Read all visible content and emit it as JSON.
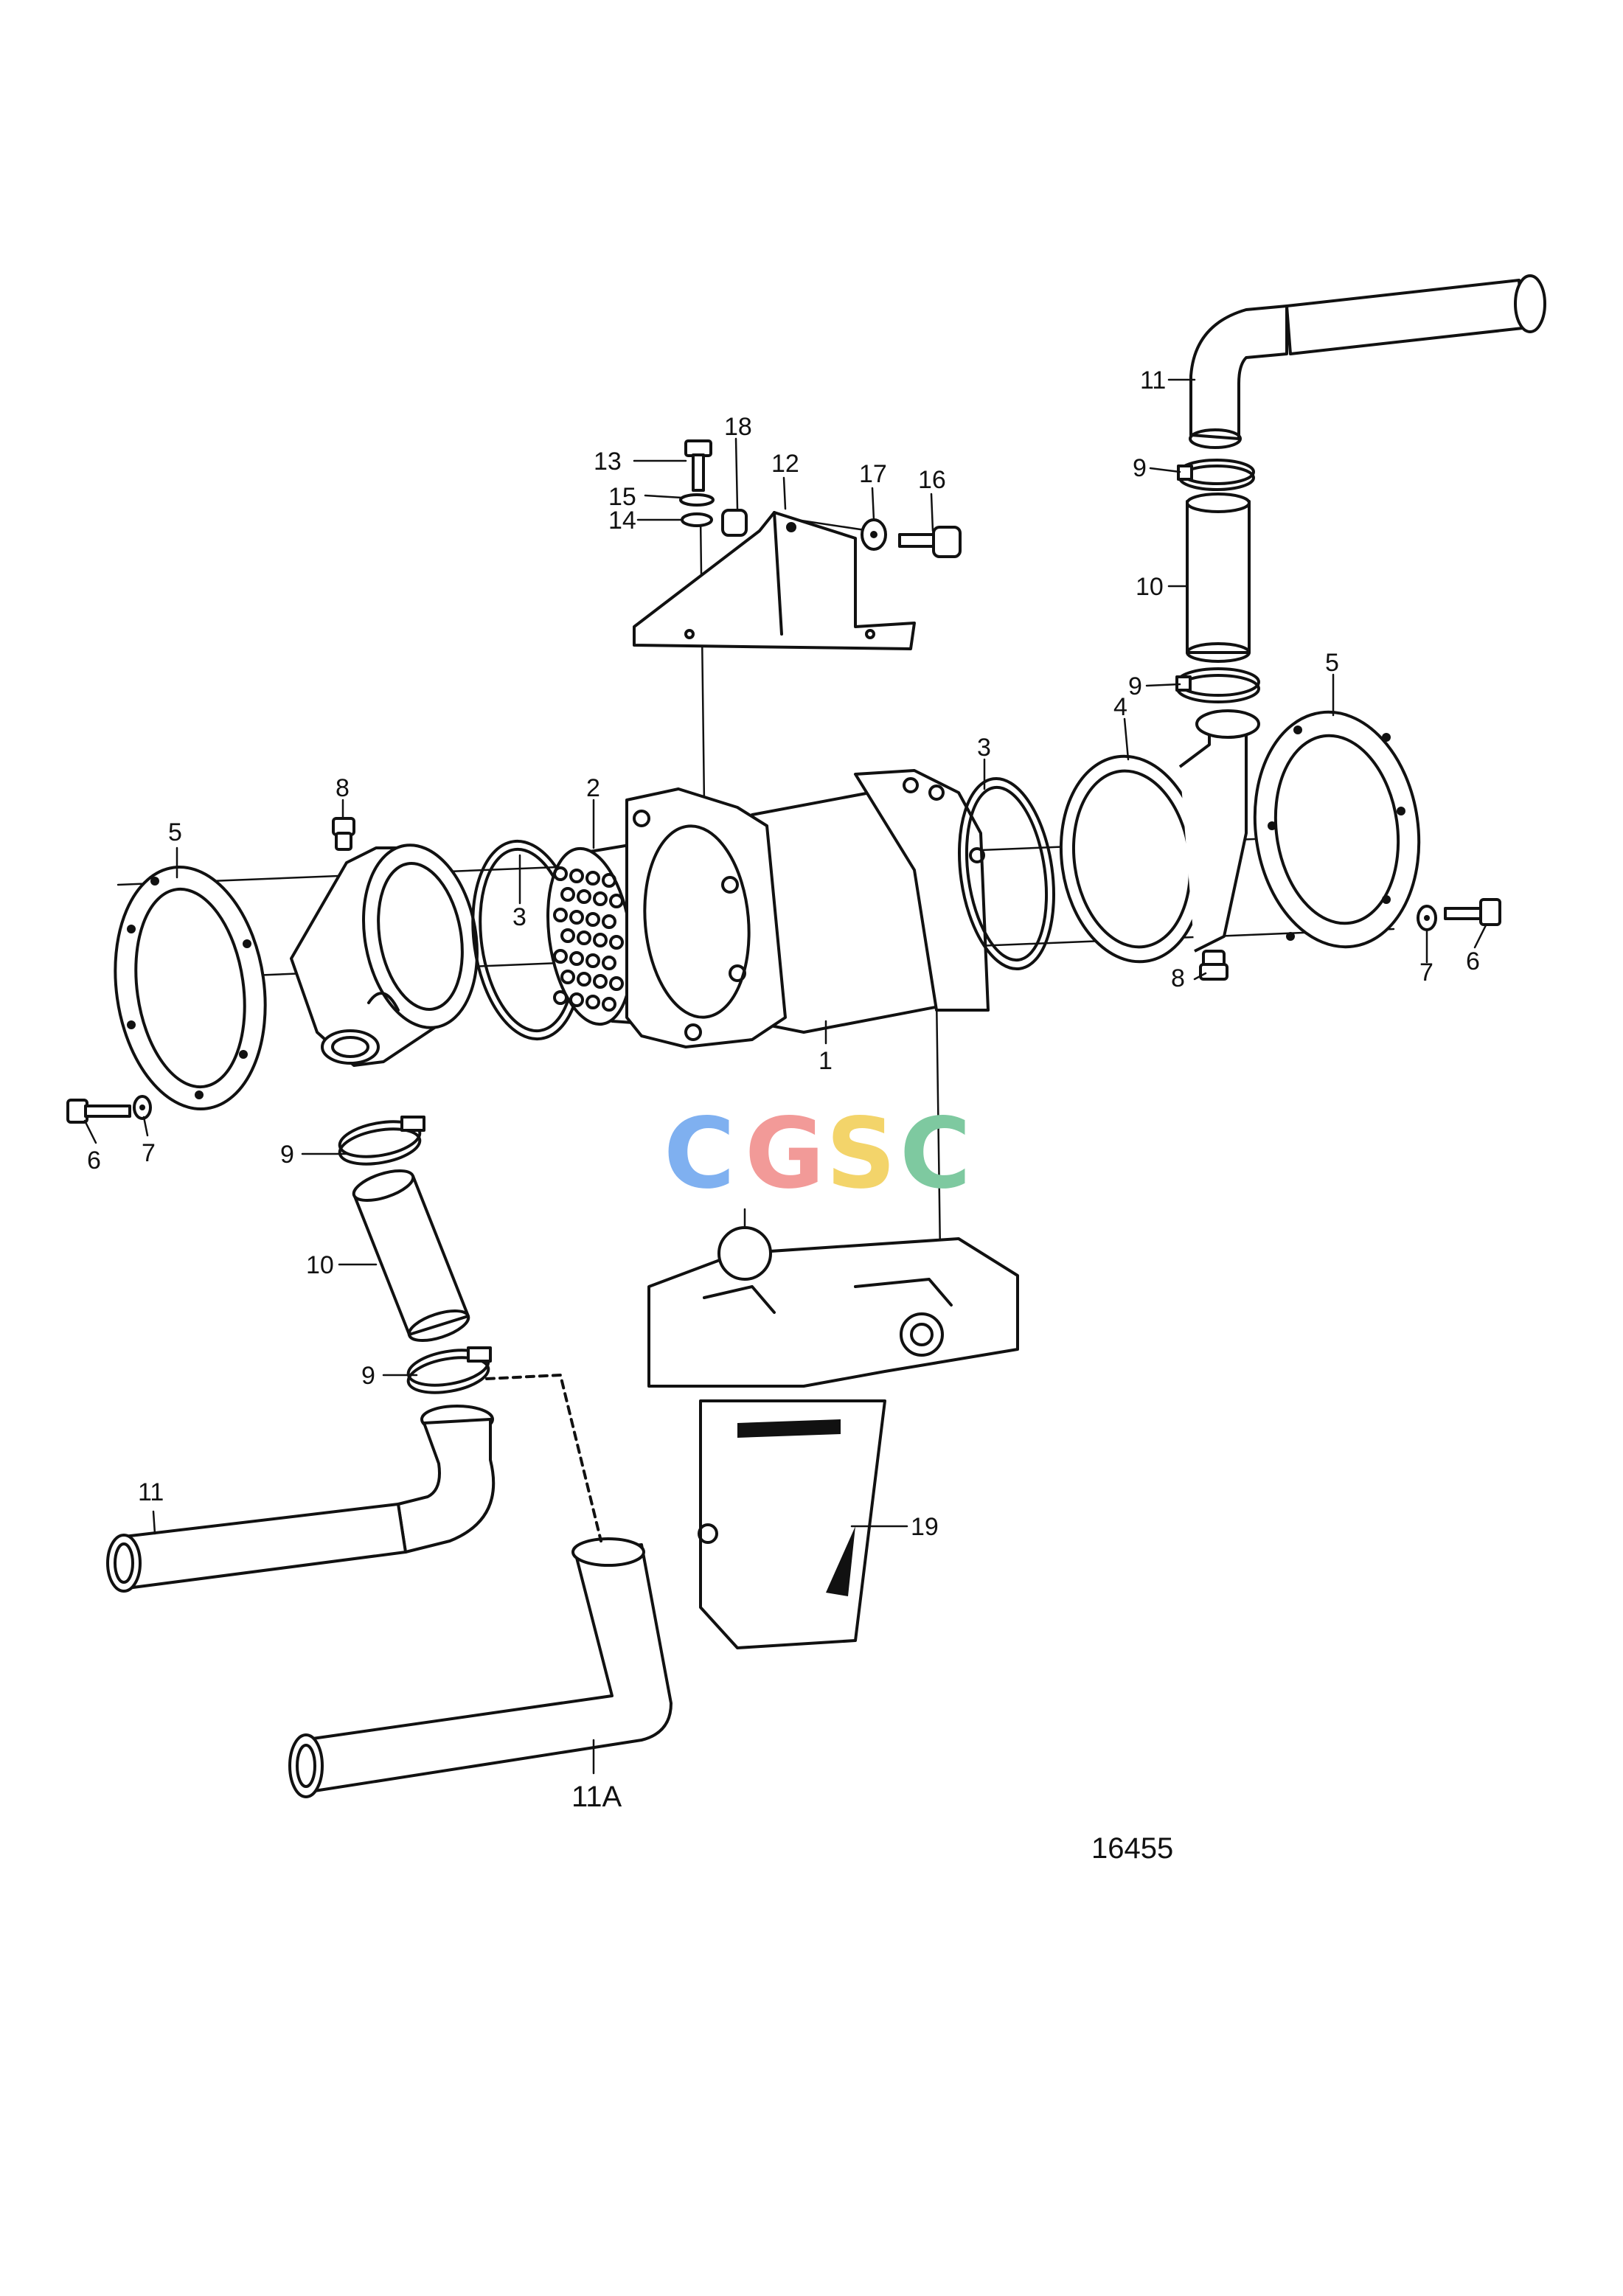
{
  "figure_number": "16455",
  "watermark": {
    "letters": [
      "C",
      "G",
      "S",
      "C"
    ],
    "colors": [
      "#7fb0f0",
      "#f29a98",
      "#f3d46a",
      "#7ec9a0"
    ]
  },
  "callouts": {
    "c1": "1",
    "c2": "2",
    "c3_left": "3",
    "c3_right": "3",
    "c4": "4",
    "c5_left": "5",
    "c5_right": "5",
    "c6_left": "6",
    "c6_right": "6",
    "c7_left": "7",
    "c7_right": "7",
    "c8_left": "8",
    "c8_right": "8",
    "c9_upper_left": "9",
    "c9_lower_left": "9",
    "c9_upper_right": "9",
    "c9_lower_right": "9",
    "c10_left": "10",
    "c10_right": "10",
    "c11_left": "11",
    "c11_right": "11",
    "c11a": "11A",
    "c12": "12",
    "c13": "13",
    "c14": "14",
    "c15": "15",
    "c16": "16",
    "c17": "17",
    "c18": "18",
    "c19": "19"
  }
}
